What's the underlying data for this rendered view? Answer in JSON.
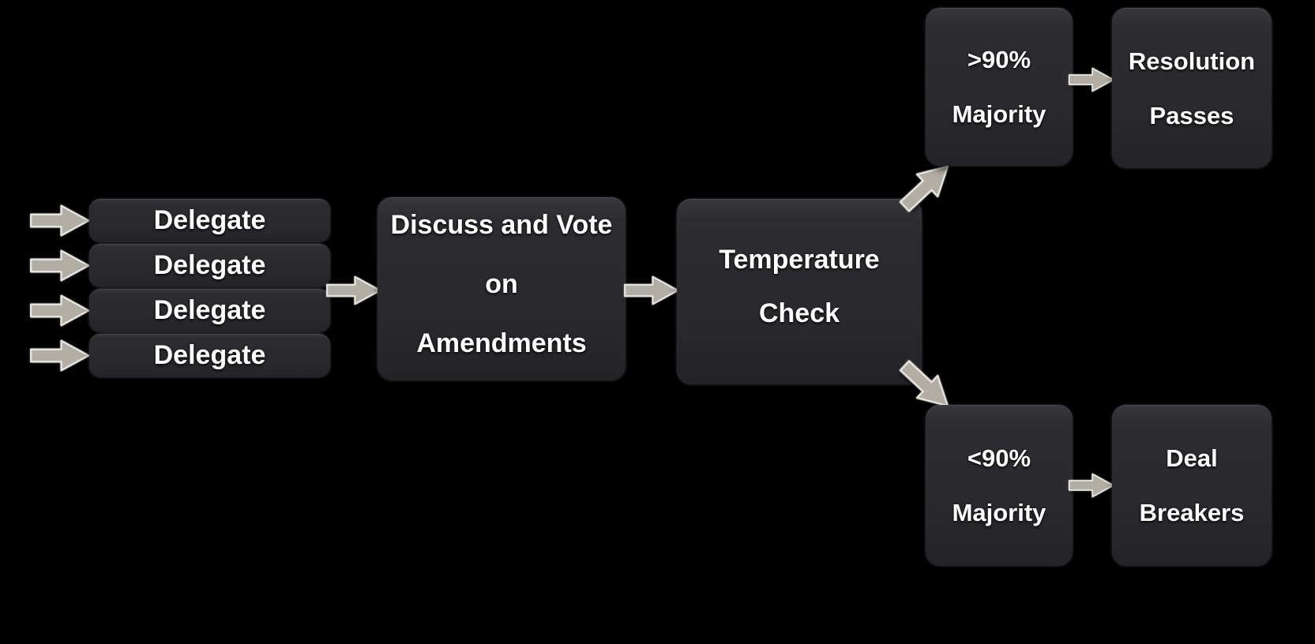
{
  "colors": {
    "background": "#000000",
    "node_fill": "#2a292d",
    "node_text": "#ffffff",
    "arrow_fill": "#b2ada5",
    "arrow_outline": "#e8e6e0"
  },
  "icons": {
    "flow_arrow": "block-arrow-right-icon",
    "flow_arrow_up": "block-arrow-up-right-icon",
    "flow_arrow_down": "block-arrow-down-right-icon"
  },
  "nodes": {
    "delegate_1": {
      "label": "Delegate"
    },
    "delegate_2": {
      "label": "Delegate"
    },
    "delegate_3": {
      "label": "Delegate"
    },
    "delegate_4": {
      "label": "Delegate"
    },
    "discuss": {
      "line1": "Discuss and Vote",
      "line2": "on",
      "line3": "Amendments"
    },
    "temperature": {
      "line1": "Temperature",
      "line2": "Check"
    },
    "majority_above": {
      "line1": ">90%",
      "line2": "Majority"
    },
    "resolution": {
      "line1": "Resolution",
      "line2": "Passes"
    },
    "majority_below": {
      "line1": "<90%",
      "line2": "Majority"
    },
    "deal_breakers": {
      "line1": "Deal",
      "line2": "Breakers"
    }
  },
  "edges": [
    {
      "arrow": "arrow-into-delegate-1",
      "to": "delegate_1",
      "direction": "right"
    },
    {
      "arrow": "arrow-into-delegate-2",
      "to": "delegate_2",
      "direction": "right"
    },
    {
      "arrow": "arrow-into-delegate-3",
      "to": "delegate_3",
      "direction": "right"
    },
    {
      "arrow": "arrow-into-delegate-4",
      "to": "delegate_4",
      "direction": "right"
    },
    {
      "arrow": "arrow-delegates-to-discuss",
      "from": "delegate_1,delegate_2,delegate_3,delegate_4",
      "to": "discuss",
      "direction": "right"
    },
    {
      "arrow": "arrow-discuss-to-temperature",
      "from": "discuss",
      "to": "temperature",
      "direction": "right"
    },
    {
      "arrow": "arrow-temperature-to-majority-above",
      "from": "temperature",
      "to": "majority_above",
      "direction": "up-right"
    },
    {
      "arrow": "arrow-temperature-to-majority-below",
      "from": "temperature",
      "to": "majority_below",
      "direction": "down-right"
    },
    {
      "arrow": "arrow-majority-above-to-resolution",
      "from": "majority_above",
      "to": "resolution",
      "direction": "right"
    },
    {
      "arrow": "arrow-majority-below-to-deal-breakers",
      "from": "majority_below",
      "to": "deal_breakers",
      "direction": "right"
    }
  ]
}
